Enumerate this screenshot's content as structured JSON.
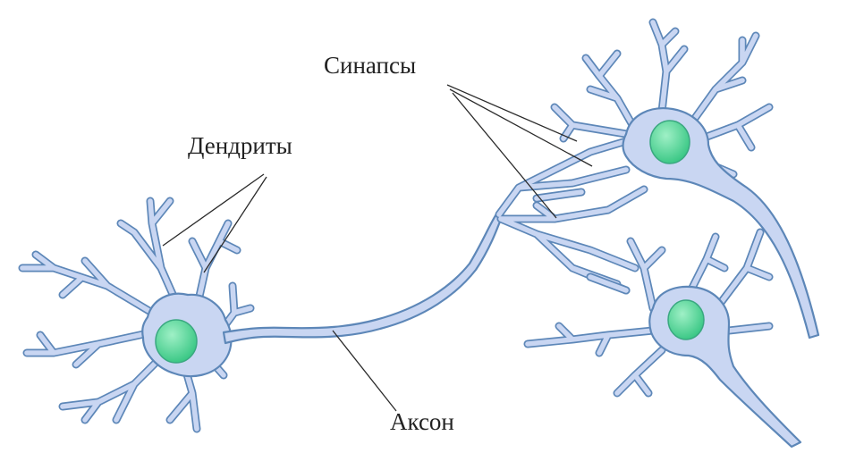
{
  "labels": {
    "dendrites": "Дендриты",
    "synapses": "Синапсы",
    "axon": "Аксон"
  },
  "colors": {
    "cytoplasm": "#c9d6f2",
    "membrane": "#5d87b8",
    "nucleus": "#6fdca6",
    "text": "#222222"
  }
}
